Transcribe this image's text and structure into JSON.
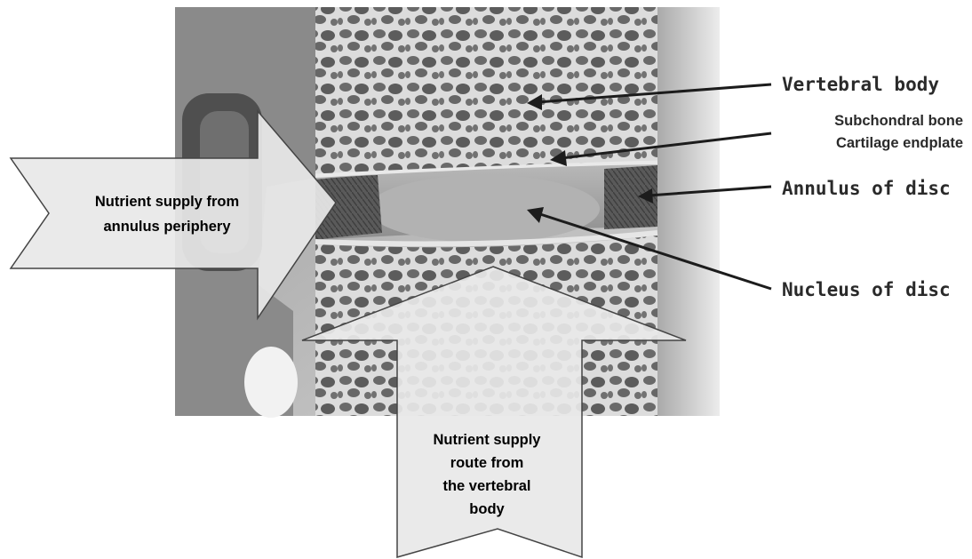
{
  "labels": {
    "vertebral_body": "Vertebral body",
    "subchondral_bone": "Subchondral bone",
    "cartilage_endplate": "Cartilage endplate",
    "annulus": "Annulus of disc",
    "nucleus": "Nucleus of disc"
  },
  "arrows": {
    "periphery": {
      "line1": "Nutrient supply from",
      "line2": "annulus periphery"
    },
    "vertebral": {
      "line1": "Nutrient supply",
      "line2": "route from",
      "line3": "the vertebral",
      "line4": "body"
    }
  },
  "colors": {
    "bone_light": "#d9d9d9",
    "bone_dark": "#6e6e6e",
    "disc": "#a8a8a8",
    "annulus": "#5e5e5e",
    "arrow_fill": "#e8e8e8",
    "pointer": "#1c1c1c"
  }
}
